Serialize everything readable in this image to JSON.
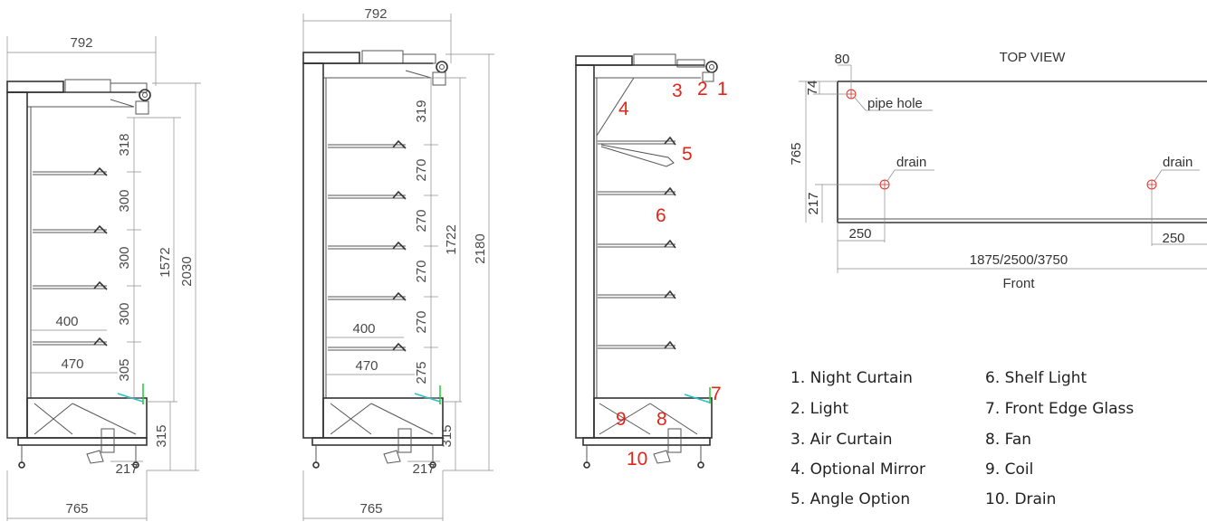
{
  "views": {
    "view1": {
      "top_width": "792",
      "bottom_width": "765",
      "shelf_spacing": [
        "318",
        "300",
        "300",
        "300",
        "305"
      ],
      "base_height": "315",
      "inner_height": "1572",
      "total_height": "2030",
      "shelf_depth_short": "400",
      "shelf_depth_long": "470",
      "drain_offset": "217"
    },
    "view2": {
      "top_width": "792",
      "bottom_width": "765",
      "shelf_spacing": [
        "319",
        "270",
        "270",
        "270",
        "270",
        "275"
      ],
      "base_height": "315",
      "inner_height": "1722",
      "total_height": "2180",
      "shelf_depth_short": "400",
      "shelf_depth_long": "470",
      "drain_offset": "217"
    }
  },
  "callouts": [
    "1",
    "2",
    "3",
    "4",
    "5",
    "6",
    "7",
    "8",
    "9",
    "10"
  ],
  "top_view": {
    "title": "TOP VIEW",
    "dim_80": "80",
    "dim_74": "74",
    "dim_765": "765",
    "dim_217": "217",
    "dim_250_left": "250",
    "dim_250_right": "250",
    "length": "1875/2500/3750",
    "pipe_hole_label": "pipe hole",
    "drain_label_left": "drain",
    "drain_label_right": "drain",
    "front_label": "Front"
  },
  "legend": {
    "left": [
      "1. Night Curtain",
      "2. Light",
      "3. Air Curtain",
      "4. Optional Mirror",
      "5. Angle Option"
    ],
    "right": [
      "6. Shelf Light",
      "7. Front Edge Glass",
      "8. Fan",
      "9. Coil",
      "10. Drain"
    ]
  },
  "colors": {
    "callout": "#e0261b",
    "glass_edge": "#2ecc40",
    "front_glass": "#27c3c9"
  }
}
